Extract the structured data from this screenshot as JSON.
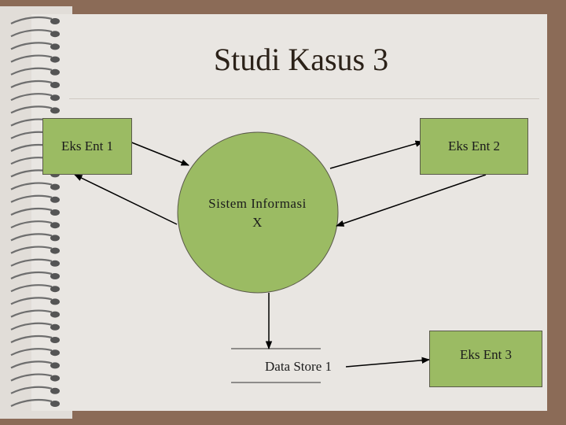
{
  "slide": {
    "title": "Studi Kasus 3"
  },
  "diagram": {
    "process": {
      "line1": "Sistem Informasi",
      "line2": "X"
    },
    "entities": {
      "e1": "Eks Ent 1",
      "e2": "Eks Ent 2",
      "e3": "Eks Ent 3"
    },
    "data_store": "Data Store 1"
  },
  "colors": {
    "background": "#8b6b57",
    "paper": "#e9e6e2",
    "entity_fill": "#9bbb63",
    "process_fill": "#9bbb63",
    "line": "#000000"
  }
}
